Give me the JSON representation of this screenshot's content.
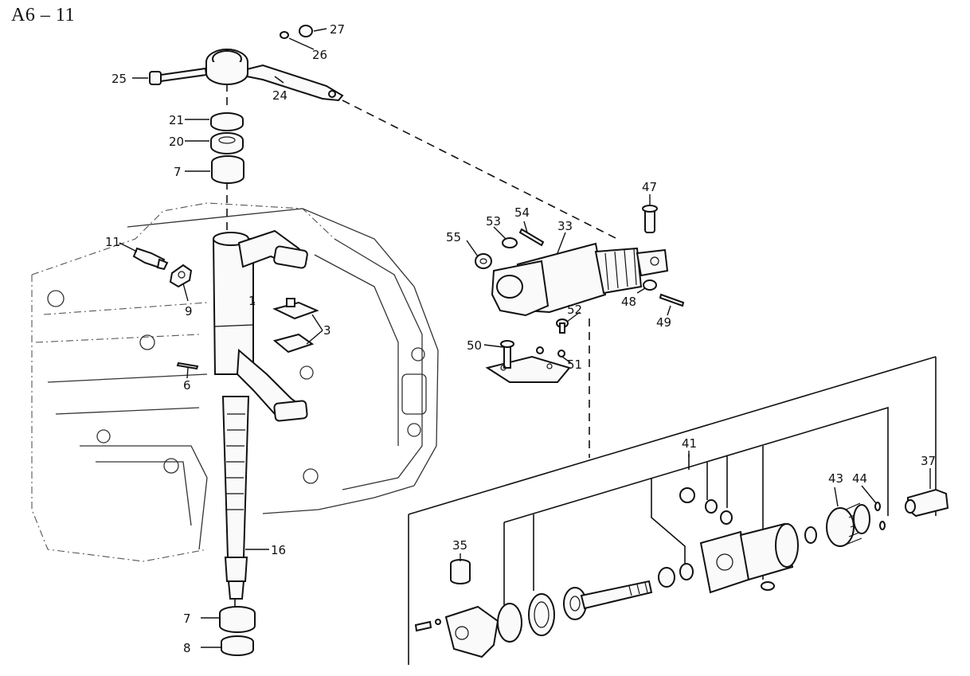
{
  "page": {
    "code": "A6 – 11"
  },
  "callouts": {
    "c1": "1",
    "c3": "3",
    "c6": "6",
    "c7a": "7",
    "c7b": "7",
    "c8": "8",
    "c9": "9",
    "c11": "11",
    "c16": "16",
    "c20": "20",
    "c21": "21",
    "c24": "24",
    "c25": "25",
    "c26": "26",
    "c27": "27",
    "c33": "33",
    "c35": "35",
    "c37": "37",
    "c41": "41",
    "c43": "43",
    "c44": "44",
    "c47": "47",
    "c48": "48",
    "c49": "49",
    "c50": "50",
    "c51": "51",
    "c52": "52",
    "c53": "53",
    "c54": "54",
    "c55": "55"
  }
}
